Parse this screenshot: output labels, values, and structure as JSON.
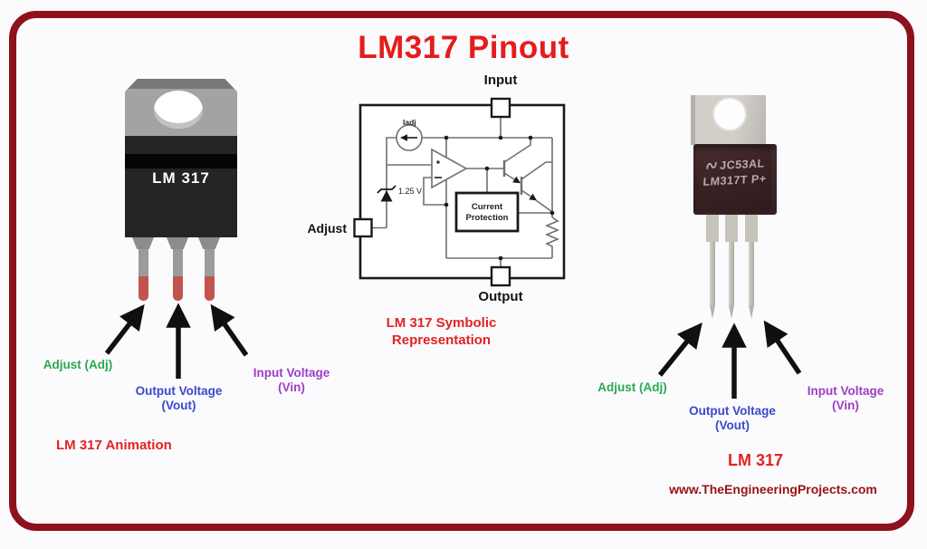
{
  "title": "LM317 Pinout",
  "colors": {
    "title_red": "#e41c1c",
    "caption_red": "#e32222",
    "label_green": "#2aa84f",
    "label_blue": "#3c47cb",
    "label_purple": "#9d3fc4",
    "website_red": "#9a1111",
    "frame_border_red": "#8e111e"
  },
  "left": {
    "chip_label": "LM 317",
    "caption": "LM 317 Animation",
    "pin_adjust": "Adjust (Adj)",
    "pin_output_1": "Output Voltage",
    "pin_output_2": "(Vout)",
    "pin_input_1": "Input Voltage",
    "pin_input_2": "(Vin)"
  },
  "schematic": {
    "pin_input": "Input",
    "pin_adjust": "Adjust",
    "pin_output": "Output",
    "current_source_label": "Iadj",
    "ref_voltage": "1.25 V",
    "block_line_1": "Current",
    "block_line_2": "Protection",
    "caption_1": "LM 317 Symbolic",
    "caption_2": "Representation"
  },
  "right": {
    "chip_marking_1": "JC53AL",
    "chip_marking_2": "LM317T P+",
    "caption": "LM 317",
    "pin_adjust": "Adjust (Adj)",
    "pin_output_1": "Output Voltage",
    "pin_output_2": "(Vout)",
    "pin_input_1": "Input Voltage",
    "pin_input_2": "(Vin)",
    "website": "www.TheEngineeringProjects.com"
  }
}
